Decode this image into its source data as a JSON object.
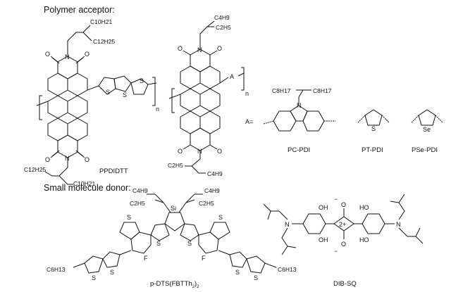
{
  "headings": {
    "acceptor": "Polymer acceptor:",
    "donor": "Small molecule donor:"
  },
  "compounds": {
    "ppdidtt": "PPDIDTT",
    "pc_pdi": "PC-PDI",
    "pt_pdi": "PT-PDI",
    "pse_pdi": "PSe-PDI",
    "pdts_main": "p-DTS(FBTTh",
    "pdts_sub": "2",
    "pdts_end": ")",
    "pdts_sub2": "2",
    "dib_sq": "DIB-SQ"
  },
  "atoms": {
    "O": "O",
    "N": "N",
    "S": "S",
    "Se": "Se",
    "Si": "Si",
    "F": "F",
    "OH": "HO",
    "OH2": "OH",
    "A": "A",
    "A_eq": "A=",
    "n": "n",
    "charge": "2+",
    "minus": "−"
  },
  "substituents": {
    "c10h21": "C10H21",
    "c12h25": "C12H25",
    "c4h9": "C4H9",
    "c2h5": "C2H5",
    "c8h17": "C8H17",
    "c6h13": "C6H13"
  }
}
